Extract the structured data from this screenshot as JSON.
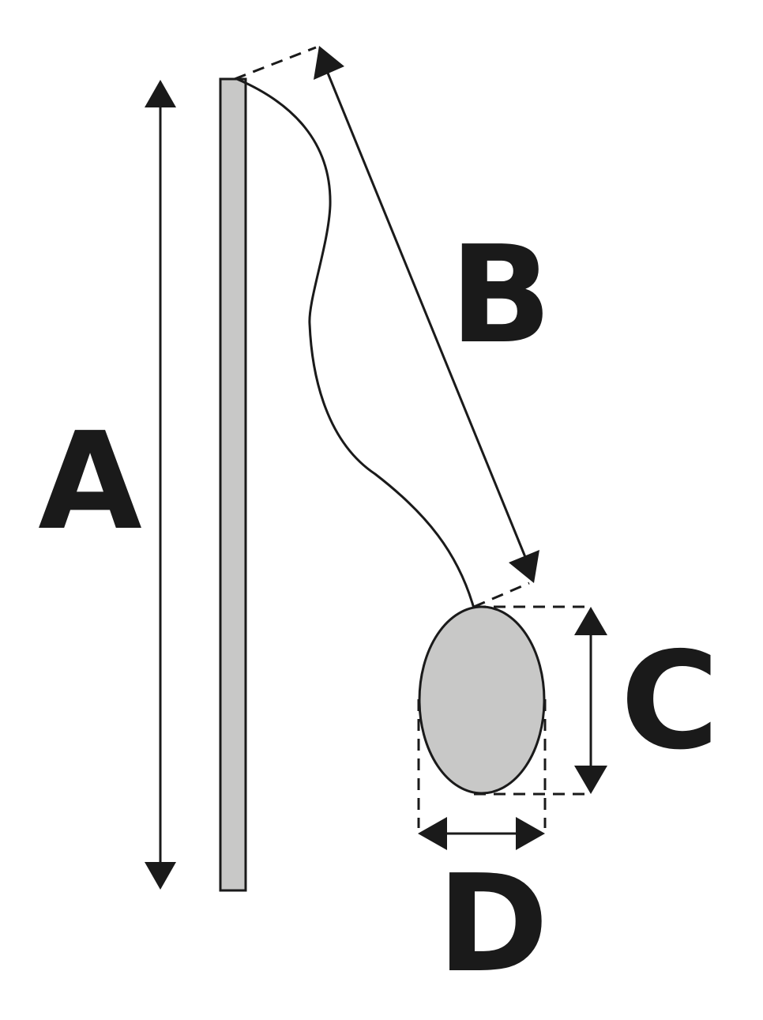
{
  "labels": {
    "a": "A",
    "b": "B",
    "c": "C",
    "d": "D"
  },
  "colors": {
    "stroke": "#1a1a1a",
    "shape_fill": "#c8c8c7",
    "background": "#ffffff"
  }
}
